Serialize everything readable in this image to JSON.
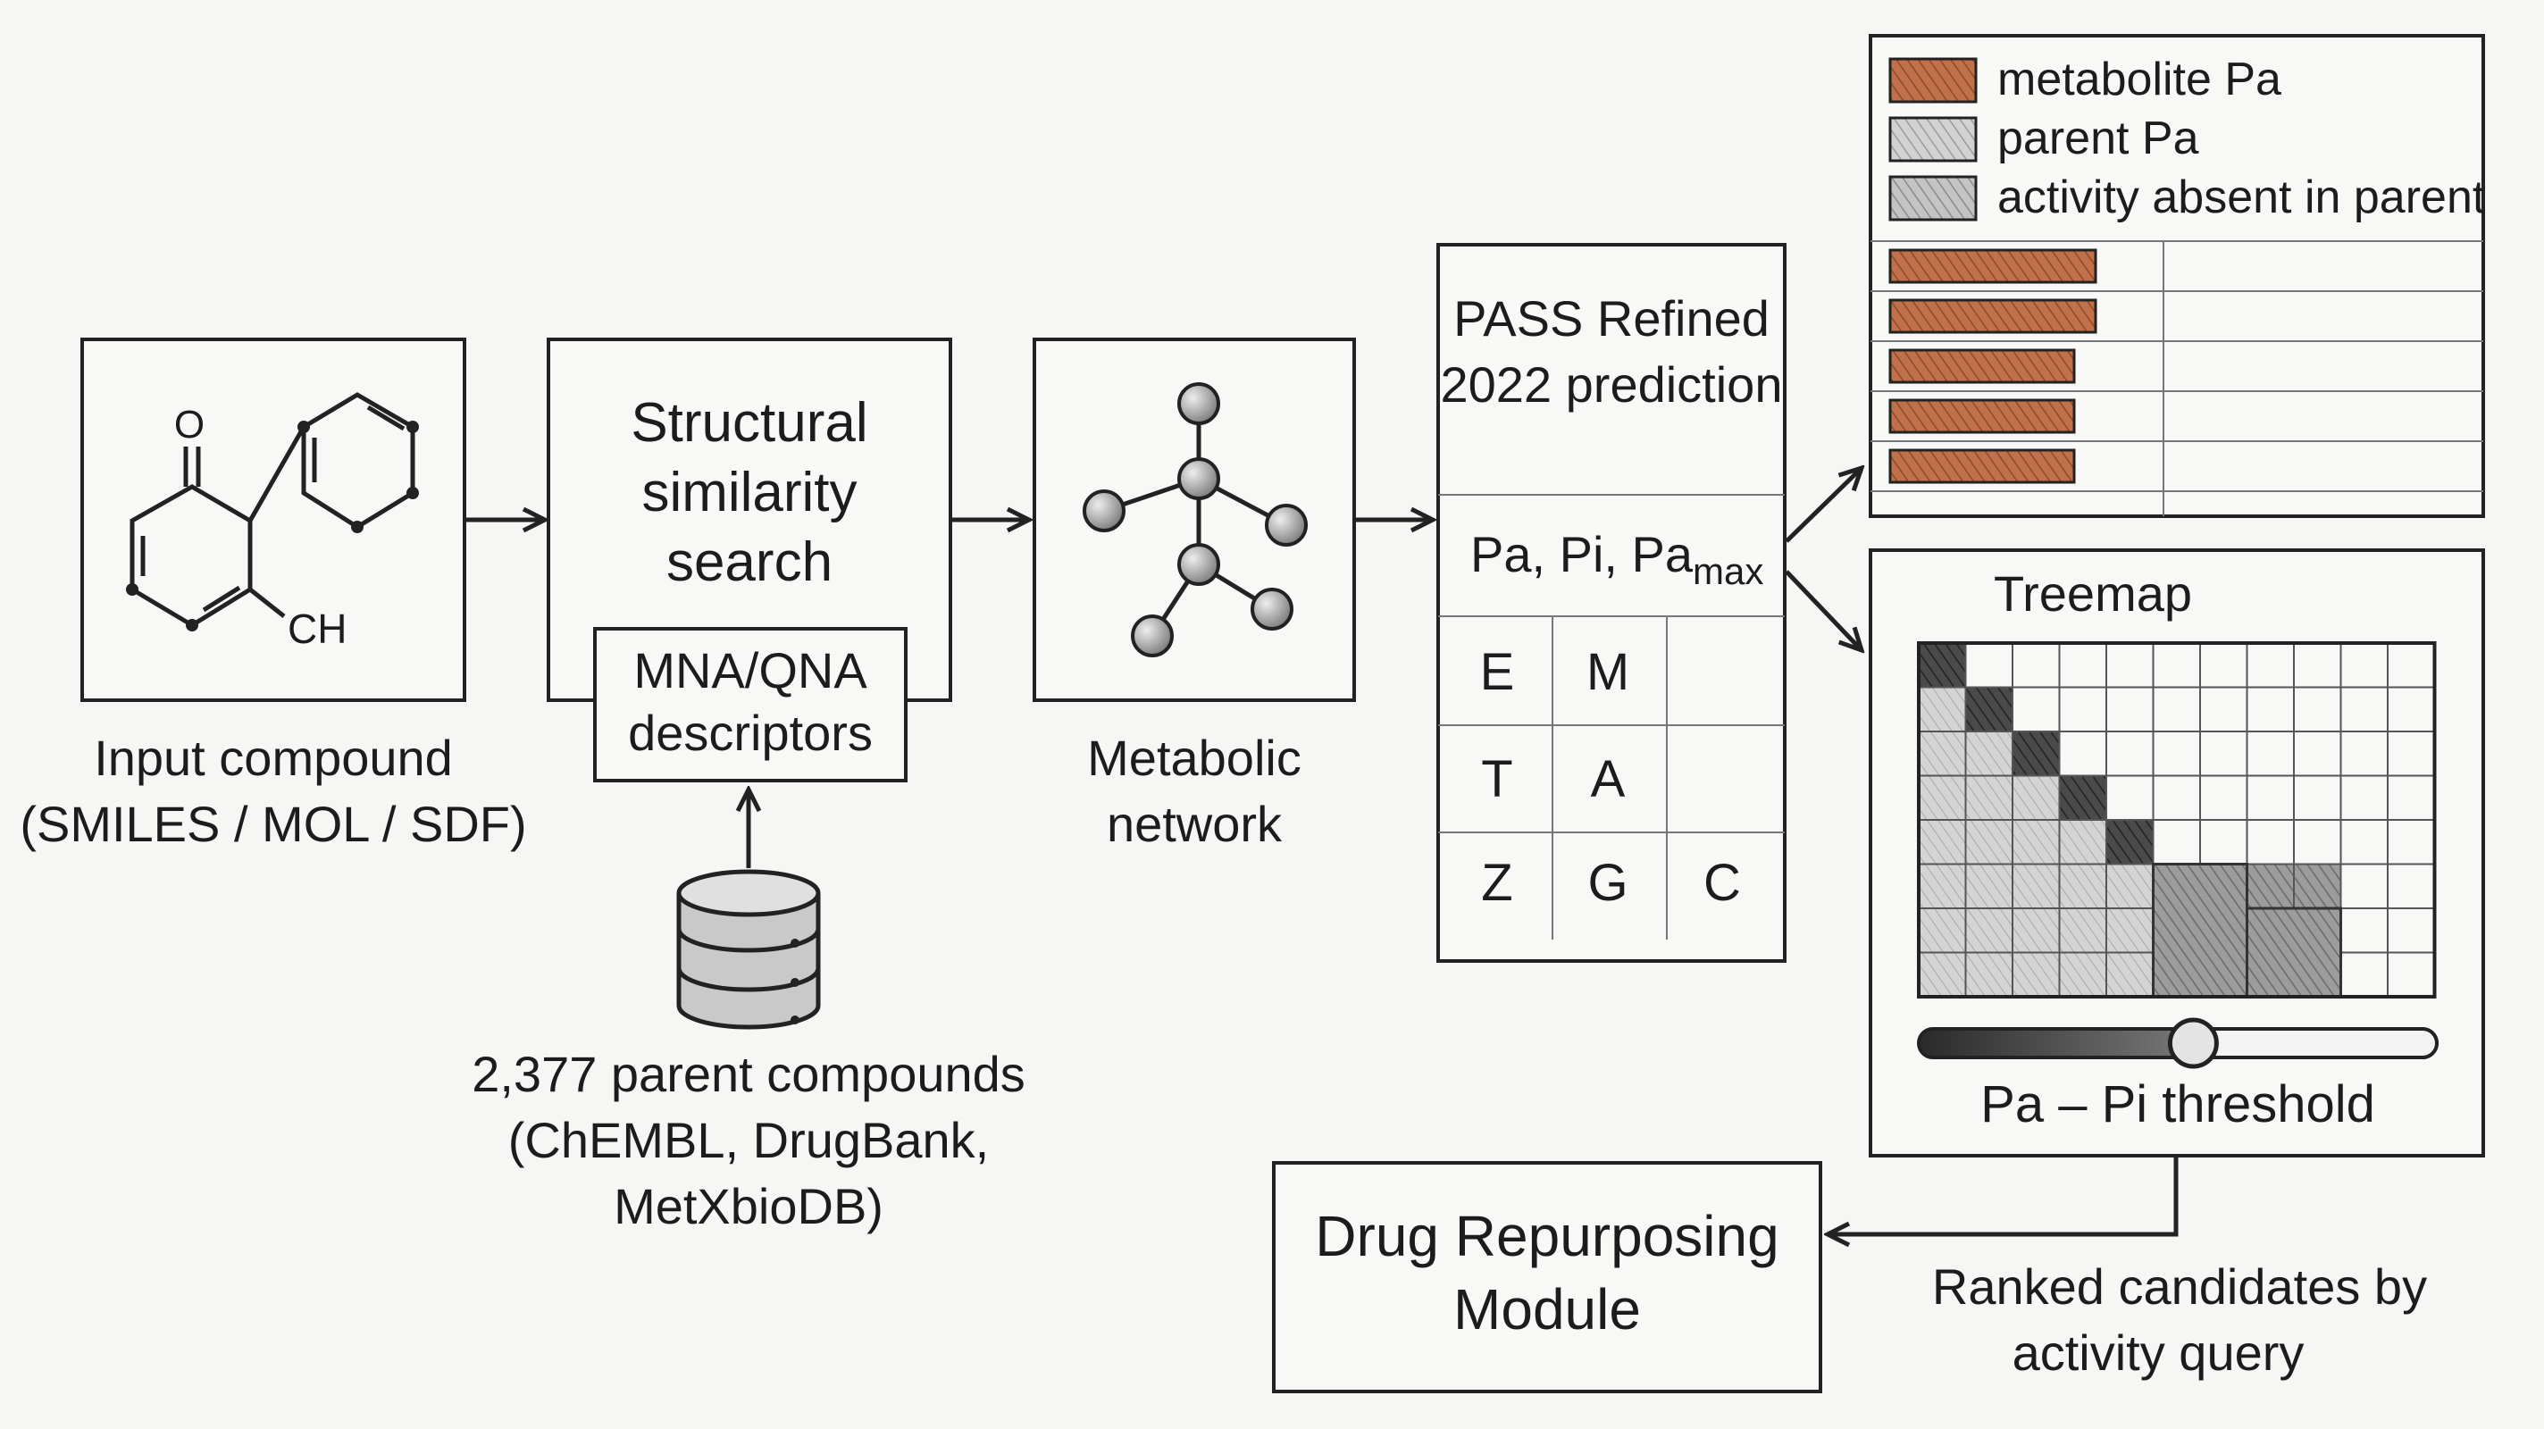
{
  "input": {
    "caption_line1": "Input compound",
    "caption_line2": "(SMILES / MOL / SDF)",
    "atom_o": "O",
    "atom_ch": "CH"
  },
  "similarity": {
    "title_line1": "Structural",
    "title_line2": "similarity",
    "title_line3": "search",
    "descriptor_line1": "MNA/QNA",
    "descriptor_line2": "descriptors"
  },
  "database": {
    "caption_line1": "2,377 parent compounds",
    "caption_line2": "(ChEMBL, DrugBank,",
    "caption_line3": "MetXbioDB)"
  },
  "metabolic": {
    "caption_line1": "Metabolic",
    "caption_line2": "network"
  },
  "pass": {
    "title_line1": "PASS Refined",
    "title_line2": "2022 prediction",
    "params_main": "Pa, Pi, Pa",
    "params_sub": "max",
    "grid": [
      [
        "E",
        "M",
        ""
      ],
      [
        "T",
        "A",
        ""
      ],
      [
        "Z",
        "G",
        "C"
      ]
    ]
  },
  "legend": {
    "metabolite": "metabolite Pa",
    "parent": "parent Pa",
    "absent": "activity absent in parent"
  },
  "bars": {
    "values": [
      0.55,
      0.55,
      0.51,
      0.51,
      0.51
    ]
  },
  "treemap": {
    "title": "Treemap",
    "slider_label": "Pa – Pi threshold",
    "slider_value": 0.53
  },
  "drug": {
    "title_line1": "Drug Repurposing",
    "title_line2": "Module"
  },
  "ranked": {
    "caption_line1": "Ranked candidates by",
    "caption_line2": "activity query"
  },
  "colors": {
    "metabolite": "#c0704a",
    "parent": "#c8c8c8",
    "dark_cell": "#3a3a3a",
    "mid_cell": "#9a9a9a"
  }
}
